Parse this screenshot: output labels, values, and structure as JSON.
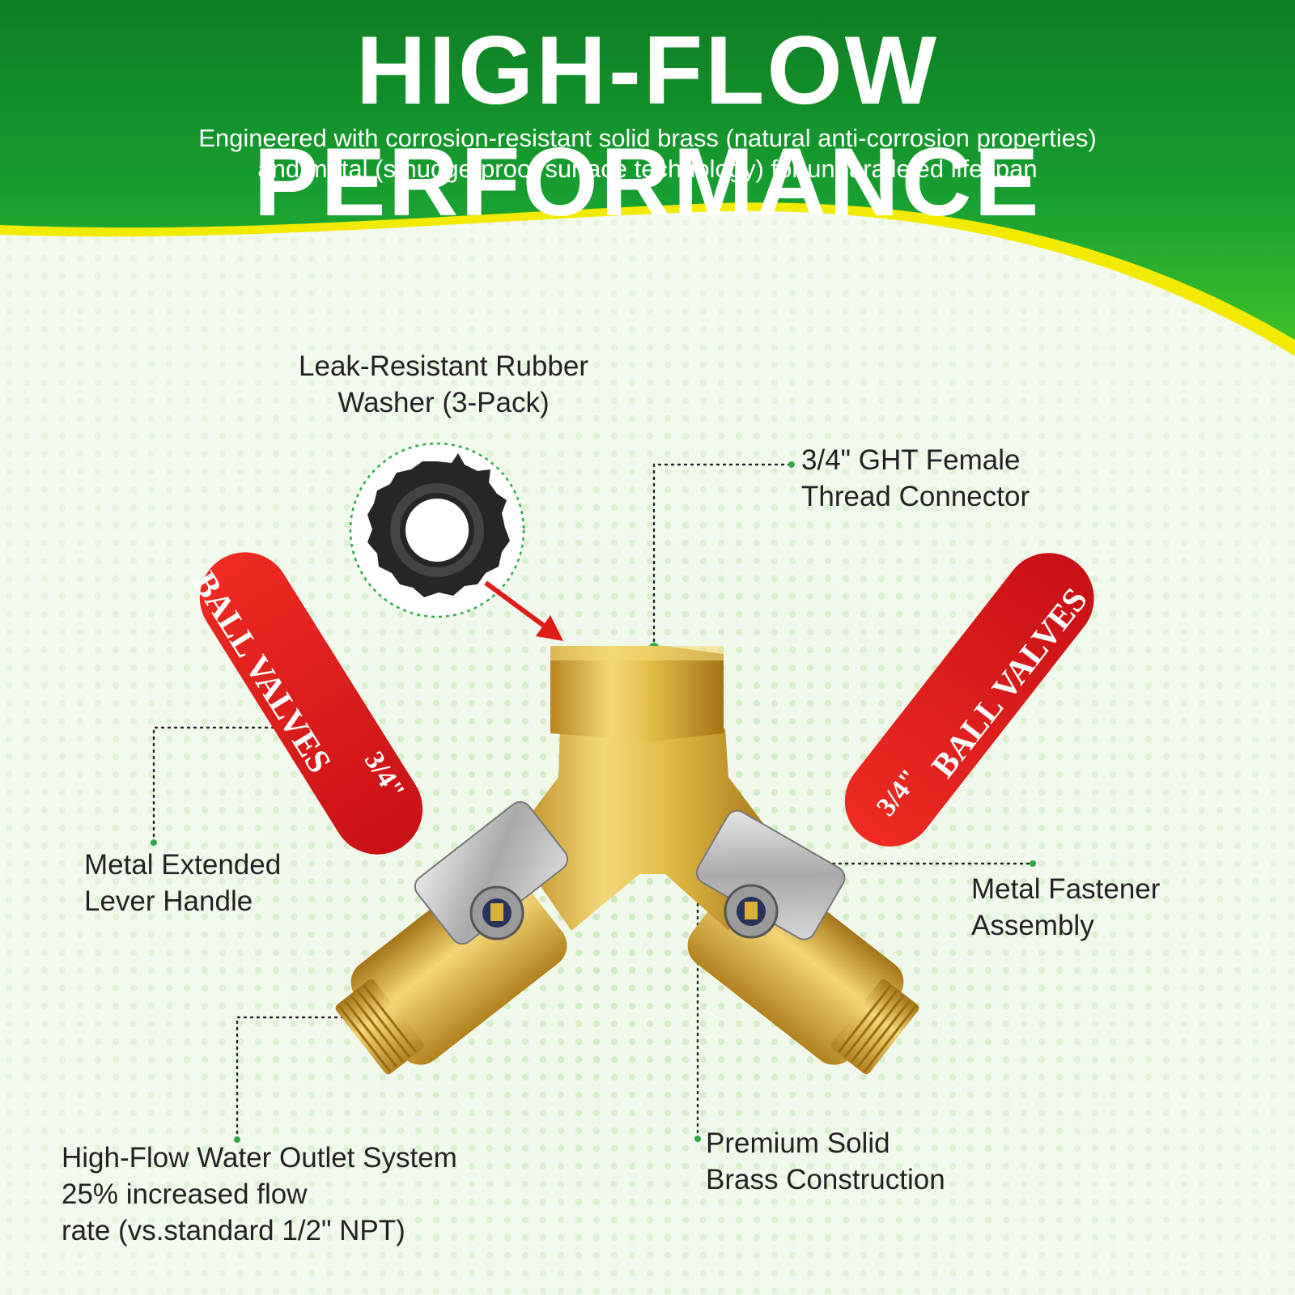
{
  "header": {
    "title": "HIGH-FLOW PERFORMANCE",
    "subtitle_line1": "Engineered with corrosion-resistant solid brass (natural anti-corrosion properties)",
    "subtitle_line2": "and metal (smudge-proof surface technology) for unparalleled lifespan"
  },
  "callouts": {
    "washer": {
      "line1": "Leak-Resistant Rubber",
      "line2": "Washer (3-Pack)"
    },
    "connector": {
      "line1": "3/4\" GHT Female",
      "line2": "Thread Connector"
    },
    "lever": {
      "line1": "Metal Extended",
      "line2": "Lever Handle"
    },
    "fastener": {
      "line1": "Metal Fastener",
      "line2": "Assembly"
    },
    "outlet": {
      "line1": "High-Flow Water Outlet System",
      "line2": "25% increased flow",
      "line3": "rate (vs.standard 1/2\" NPT)"
    },
    "brass": {
      "line1": "Premium Solid",
      "line2": "Brass Construction"
    }
  },
  "product": {
    "left_handle_text": "BALL VALVES",
    "left_handle_size": "3/4\"",
    "right_handle_text": "BALL VALVES",
    "right_handle_size": "3/4\""
  },
  "colors": {
    "header_green": "#14912a",
    "accent_yellow": "#f2ea00",
    "handle_red": "#d9161b",
    "brass": "#d9b13a",
    "dot_green": "#2fa84a"
  }
}
